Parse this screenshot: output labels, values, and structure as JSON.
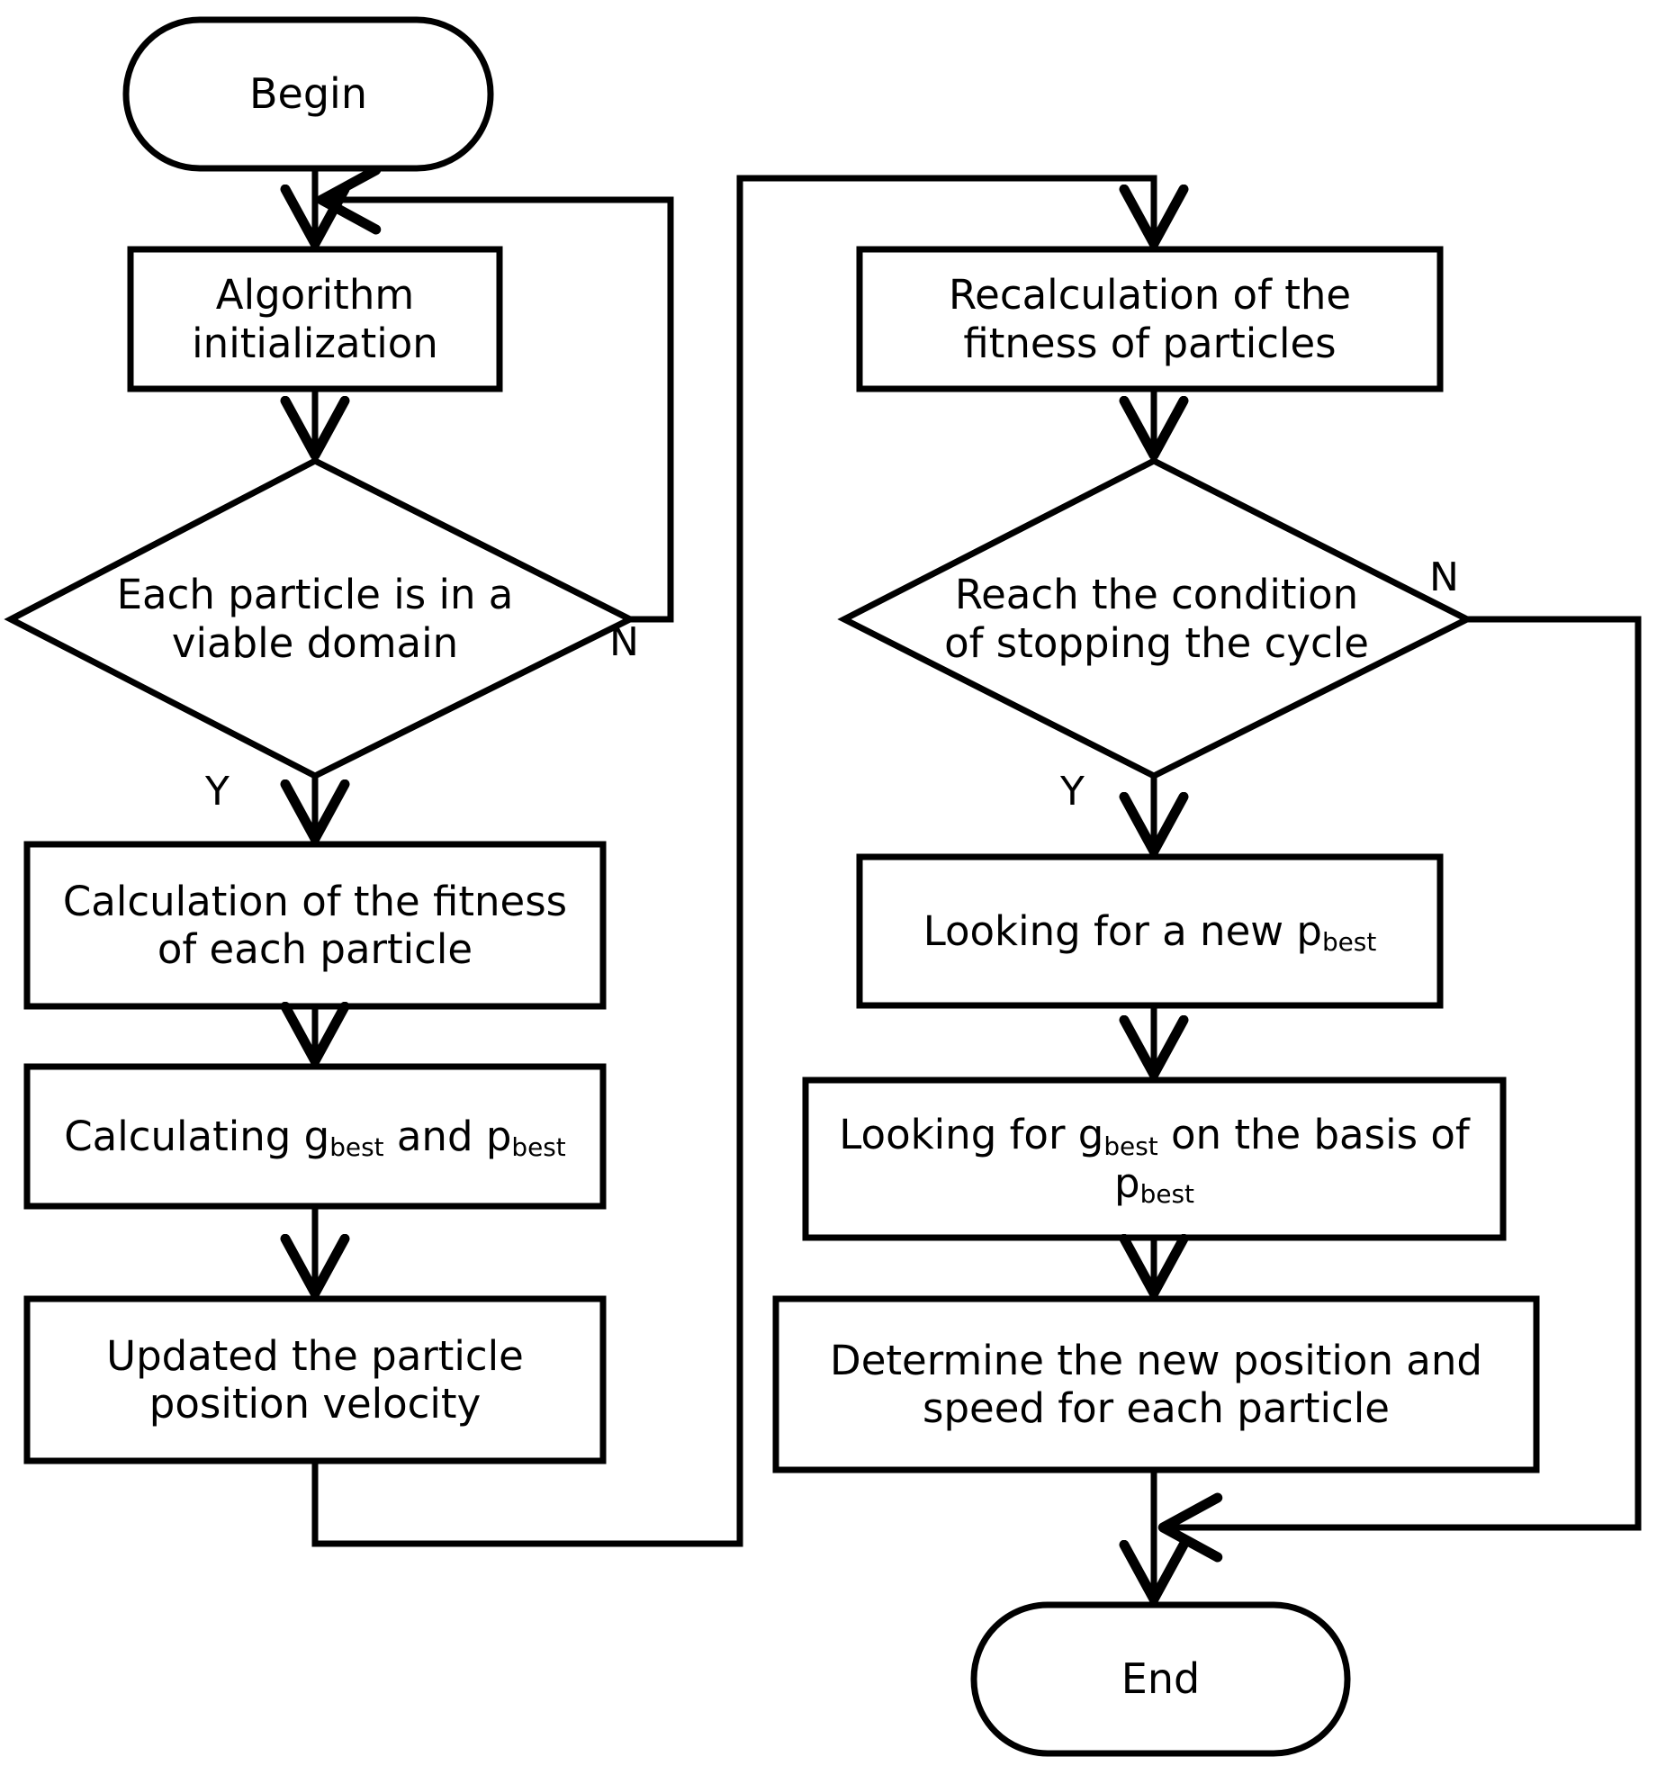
{
  "diagram": {
    "title": "Particle Swarm Optimization algorithm flowchart",
    "type": "flowchart",
    "stroke_color": "#000000",
    "background_color": "#ffffff",
    "text_color": "#000000"
  },
  "nodes": {
    "begin": {
      "shape": "terminator",
      "label": "Begin"
    },
    "algorithm_initialization": {
      "shape": "process",
      "line1": "Algorithm",
      "line2": "initialization"
    },
    "viable_domain": {
      "shape": "decision",
      "line1": "Each particle is in a",
      "line2": "viable domain"
    },
    "calc_fitness": {
      "shape": "process",
      "line1": "Calculation of the fitness",
      "line2": "of each particle"
    },
    "calc_gbest_pbest": {
      "shape": "process",
      "pre": "Calculating g",
      "sub1": "best",
      "mid": " and p",
      "sub2": "best",
      "post": ""
    },
    "update_particle": {
      "shape": "process",
      "line1": "Updated the particle",
      "line2": "position velocity"
    },
    "recalc_fitness": {
      "shape": "process",
      "line1": "Recalculation of the",
      "line2": "fitness of particles"
    },
    "stop_condition": {
      "shape": "decision",
      "line1": "Reach the condition",
      "line2": "of stopping the cycle"
    },
    "new_pbest": {
      "shape": "process",
      "pre": "Looking for a new p",
      "sub1": "best",
      "post": ""
    },
    "gbest_from_pbest": {
      "shape": "process",
      "pre": "Looking for g",
      "sub1": "best",
      "mid": " on the basis of",
      "line2pre": "p",
      "sub2": "best"
    },
    "determine_new": {
      "shape": "process",
      "line1": "Determine the new position and",
      "line2": "speed for each particle"
    },
    "end": {
      "shape": "terminator",
      "label": "End"
    }
  },
  "edge_labels": {
    "viable_domain_no": "N",
    "viable_domain_yes": "Y",
    "stop_condition_no": "N",
    "stop_condition_yes": "Y"
  }
}
